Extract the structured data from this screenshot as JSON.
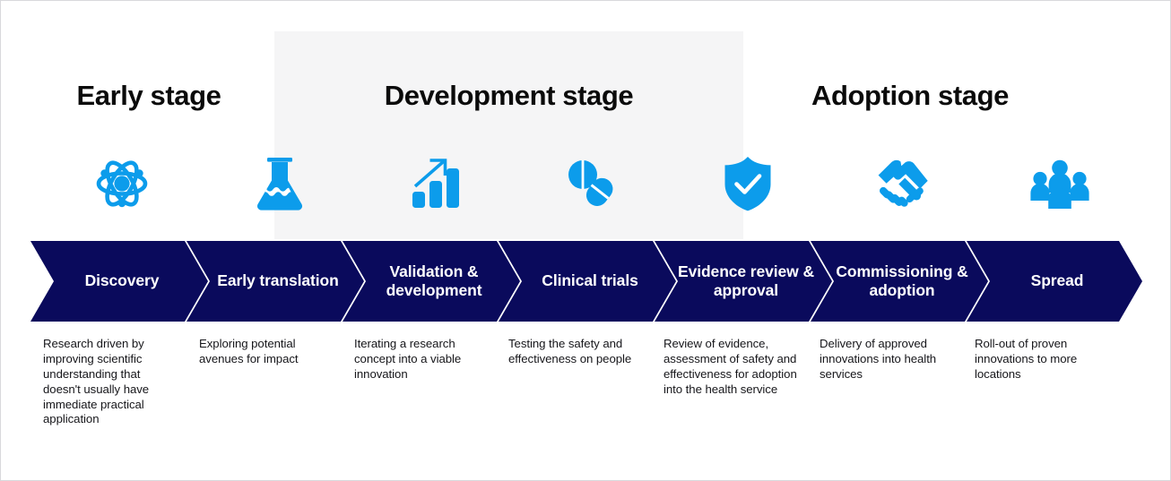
{
  "colors": {
    "accent_blue": "#0c9ceb",
    "chevron_navy": "#0a0a5c",
    "band_grey": "#f5f5f6",
    "heading_black": "#0b0b0b",
    "body_text": "#16161a",
    "page_background": "#ffffff"
  },
  "stages": [
    {
      "label": "Early stage"
    },
    {
      "label": "Development stage"
    },
    {
      "label": "Adoption stage"
    }
  ],
  "steps": [
    {
      "icon": "atom-icon",
      "title": "Discovery",
      "description": "Research driven by improving scientific understanding that doesn't usually have immediate practical application"
    },
    {
      "icon": "flask-icon",
      "title": "Early translation",
      "description": "Exploring potential avenues for impact"
    },
    {
      "icon": "bar-chart-growth-icon",
      "title": "Validation & development",
      "description": "Iterating a research concept into a viable innovation"
    },
    {
      "icon": "pills-icon",
      "title": "Clinical trials",
      "description": "Testing the safety and effectiveness on people"
    },
    {
      "icon": "shield-check-icon",
      "title": "Evidence review & approval",
      "description": "Review of evidence, assessment of safety and effectiveness for adoption into the health service"
    },
    {
      "icon": "handshake-icon",
      "title": "Commissioning & adoption",
      "description": "Delivery of approved innovations into health services"
    },
    {
      "icon": "people-group-icon",
      "title": "Spread",
      "description": "Roll-out of proven innovations to more locations"
    }
  ]
}
